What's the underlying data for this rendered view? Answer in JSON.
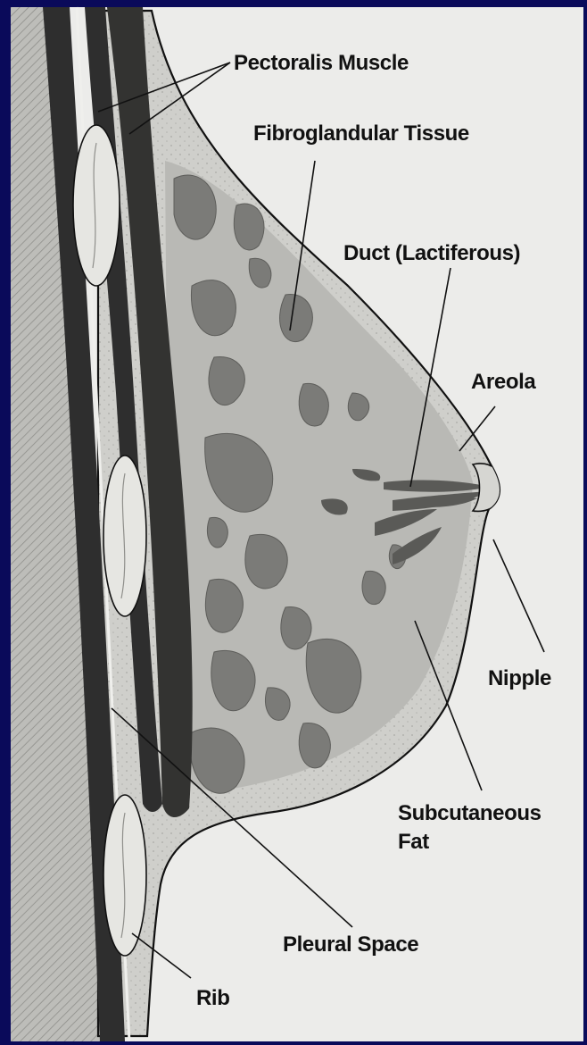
{
  "labels": {
    "pectoralis": "Pectoralis Muscle",
    "fibroglandular": "Fibroglandular Tissue",
    "duct": "Duct (Lactiferous)",
    "areola": "Areola",
    "nipple": "Nipple",
    "subcutaneous_line1": "Subcutaneous",
    "subcutaneous_line2": "Fat",
    "pleural": "Pleural Space",
    "rib": "Rib"
  },
  "colors": {
    "frame": "#0a0a5a",
    "paper": "#ececea",
    "chest_wall": "#b8b8b4",
    "muscle": "#2e2e2e",
    "gland": "#7b7b78",
    "stroma": "#c9c9c5",
    "rib_bone": "#e6e6e2"
  }
}
